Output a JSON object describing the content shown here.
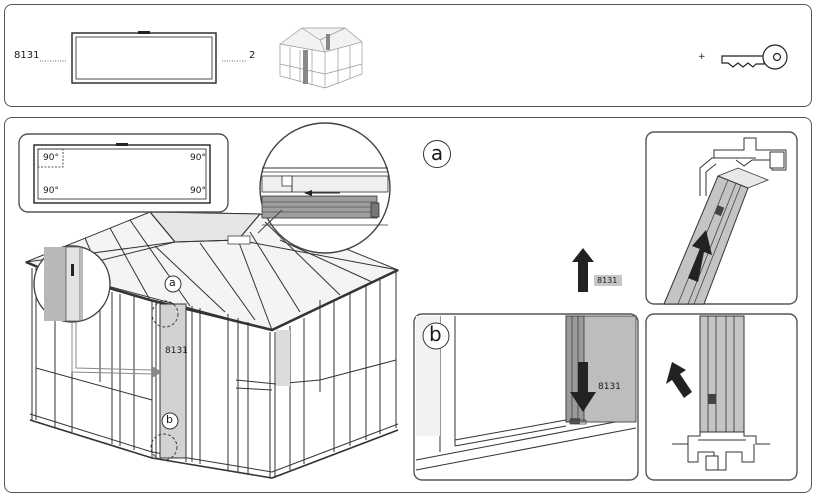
{
  "header": {
    "part_code": "8131",
    "quantity": "2",
    "plus_sign": "+",
    "key_icon": "key-icon"
  },
  "main": {
    "angle_labels": [
      "90°",
      "90°",
      "90°",
      "90°"
    ],
    "callout_a": "a",
    "callout_b": "b",
    "panel_code_gazebo": "8131",
    "panel_code_arrow": "8131",
    "panel_code_detail_b": "8131"
  }
}
